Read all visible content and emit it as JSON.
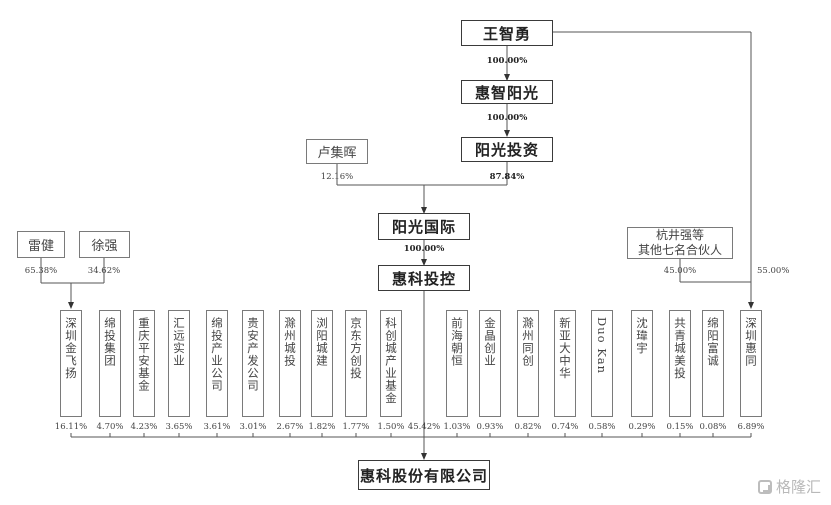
{
  "entities": {
    "wangzhiyong": "王智勇",
    "huizhi": "惠智阳光",
    "yangguang_tz": "阳光投资",
    "lujihui": "卢集晖",
    "yangguang_gj": "阳光国际",
    "huike_tk": "惠科投控",
    "leijian": "雷健",
    "xuqiang": "徐强",
    "hangjing_line1": "杭井强等",
    "hangjing_line2": "其他七名合伙人",
    "huike_gf": "惠科股份有限公司"
  },
  "edges": {
    "wang_to_huizhi": "100.00%",
    "huizhi_to_yangguang": "100.00%",
    "lujihui_to_gj": "12.16%",
    "yangguang_to_gj": "87.84%",
    "gj_to_tk": "100.00%",
    "leijian_to_jinfeiyang": "65.38%",
    "xuqiang_to_jinfeiyang": "34.62%",
    "hangjing_to_huitong": "45.00%",
    "wang_to_huitong": "55.00%"
  },
  "shareholders": [
    {
      "name": "深圳金飞扬",
      "pct": "16.11%"
    },
    {
      "name": "绵投集团",
      "pct": "4.70%"
    },
    {
      "name": "重庆平安基金",
      "pct": "4.23%"
    },
    {
      "name": "汇远实业",
      "pct": "3.65%"
    },
    {
      "name": "绵投产业公司",
      "pct": "3.61%"
    },
    {
      "name": "贵安产发公司",
      "pct": "3.01%"
    },
    {
      "name": "滁州城投",
      "pct": "2.67%"
    },
    {
      "name": "浏阳城建",
      "pct": "1.82%"
    },
    {
      "name": "京东方创投",
      "pct": "1.77%"
    },
    {
      "name": "科创城产业基金",
      "pct": "1.50%"
    },
    {
      "name": "前海朝恒",
      "pct": "1.03%"
    },
    {
      "name": "金晶创业",
      "pct": "0.93%"
    },
    {
      "name": "滁州同创",
      "pct": "0.82%"
    },
    {
      "name": "新亚大中华",
      "pct": "0.74%"
    },
    {
      "name": "Duo Kan",
      "pct": "0.58%"
    },
    {
      "name": "沈瑋宇",
      "pct": "0.29%"
    },
    {
      "name": "共青城美投",
      "pct": "0.15%"
    },
    {
      "name": "绵阳富诚",
      "pct": "0.08%"
    },
    {
      "name": "深圳惠同",
      "pct": "6.89%"
    }
  ],
  "huike_tk_pct": "45.42%",
  "watermark": "格隆汇"
}
